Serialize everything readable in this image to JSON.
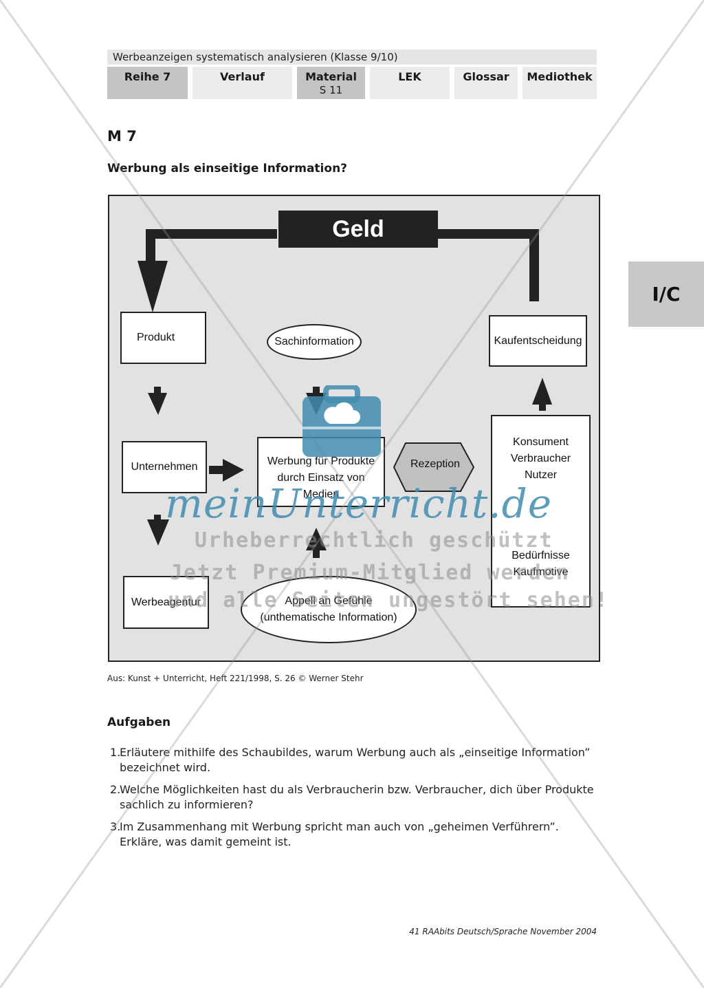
{
  "header": {
    "title": "Werbeanzeigen systematisch analysieren (Klasse 9/10)",
    "tabs": [
      {
        "label": "Reihe 7",
        "sub": ""
      },
      {
        "label": "Verlauf",
        "sub": ""
      },
      {
        "label": "Material",
        "sub": "S 11"
      },
      {
        "label": "LEK",
        "sub": ""
      },
      {
        "label": "Glossar",
        "sub": ""
      },
      {
        "label": "Mediothek",
        "sub": ""
      }
    ]
  },
  "side_tab": "I/C",
  "material_code": "M 7",
  "section_title": "Werbung als einseitige Information?",
  "diagram": {
    "geld": "Geld",
    "produkt": "Produkt",
    "sachinformation": "Sachinformation",
    "kaufentscheidung": "Kaufentscheidung",
    "unternehmen": "Unternehmen",
    "werbung": "Werbung für Produkte durch Einsatz von Medien",
    "rezeption": "Rezeption",
    "konsument": "Konsument Verbraucher Nutzer",
    "beduerfnisse": "Bedürfnisse Kaufmotive",
    "werbeagentur": "Werbeagentur",
    "appell": "Appell an Gefühle (unthematische Information)"
  },
  "source": "Aus: Kunst + Unterricht, Heft 221/1998, S. 26 © Werner Stehr",
  "tasks_heading": "Aufgaben",
  "tasks": [
    {
      "num": "1.",
      "text": "Erläutere mithilfe des Schaubildes, warum Werbung auch als „einseitige Information” bezeichnet wird."
    },
    {
      "num": "2.",
      "text": "Welche Möglichkeiten hast du als Verbraucherin bzw. Verbraucher, dich über Produkte sachlich zu informieren?"
    },
    {
      "num": "3.",
      "text": "Im Zusammenhang mit Werbung spricht man auch von „geheimen Verführern”. Erkläre, was damit gemeint ist."
    }
  ],
  "footer": "41 RAAbits Deutsch/Sprache November 2004",
  "watermark": {
    "brand": "meinUnterricht.de",
    "line1": "Urheberrechtlich geschützt",
    "line2": "Jetzt Premium-Mitglied werden",
    "line3": "und alle Seiten ungestört sehen!"
  }
}
